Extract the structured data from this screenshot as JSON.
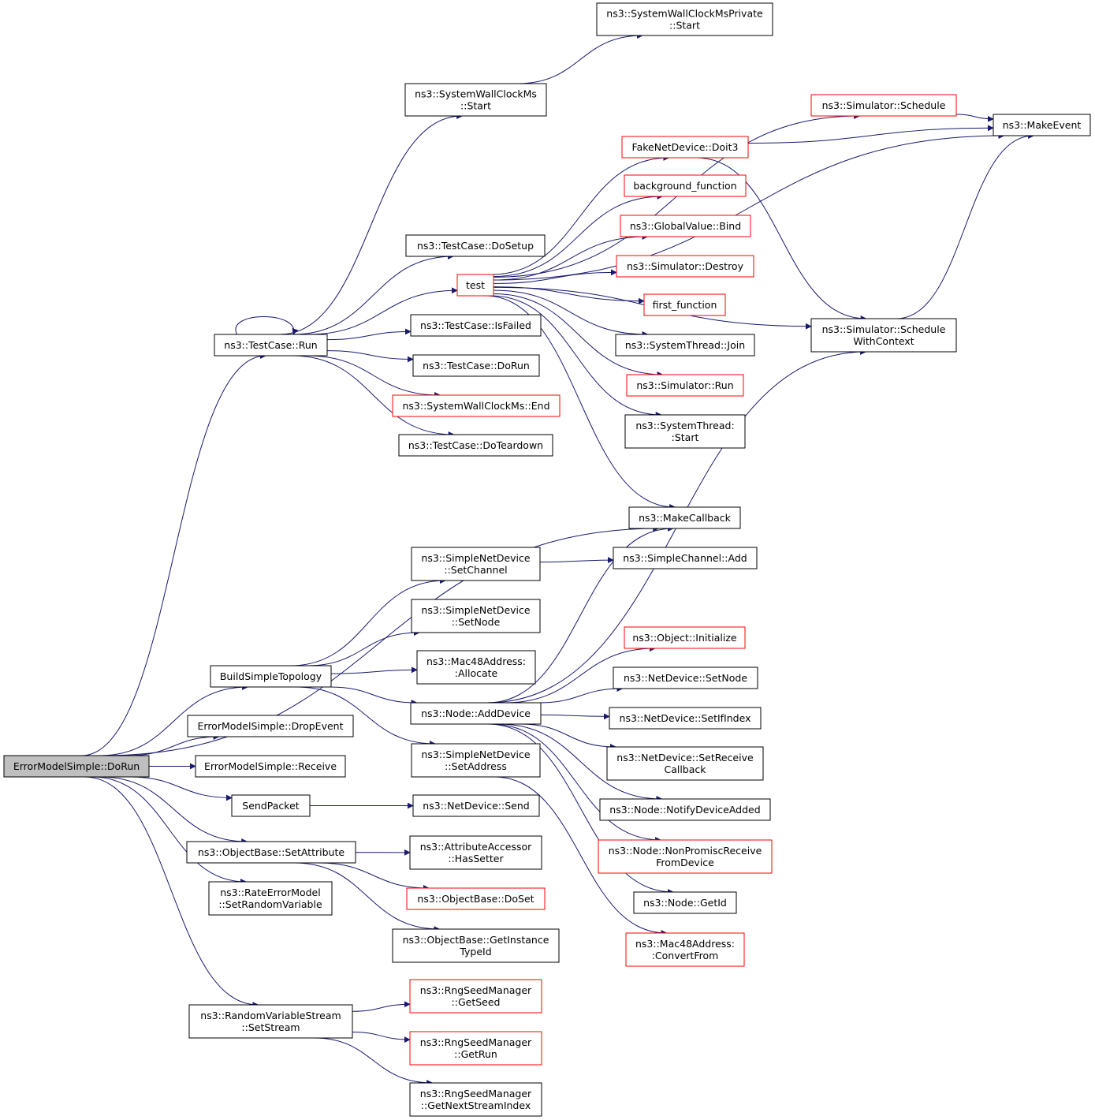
{
  "colors": {
    "edge": "#191970",
    "border_normal": "#000000",
    "border_truncated": "#ff0000",
    "fill_root": "#bfbfbf",
    "fill_node": "#ffffff"
  },
  "nodes": [
    {
      "id": "root",
      "lines": [
        "ErrorModelSimple::DoRun"
      ],
      "style": "root"
    },
    {
      "id": "TestCaseRun",
      "lines": [
        "ns3::TestCase::Run"
      ],
      "style": "normal"
    },
    {
      "id": "BuildSimpleTopology",
      "lines": [
        "BuildSimpleTopology"
      ],
      "style": "normal"
    },
    {
      "id": "DropEvent",
      "lines": [
        "ErrorModelSimple::DropEvent"
      ],
      "style": "normal"
    },
    {
      "id": "Receive",
      "lines": [
        "ErrorModelSimple::Receive"
      ],
      "style": "normal"
    },
    {
      "id": "SendPacket",
      "lines": [
        "SendPacket"
      ],
      "style": "normal"
    },
    {
      "id": "SetAttribute",
      "lines": [
        "ns3::ObjectBase::SetAttribute"
      ],
      "style": "normal"
    },
    {
      "id": "SetRandomVariable",
      "lines": [
        "ns3::RateErrorModel",
        "::SetRandomVariable"
      ],
      "style": "normal"
    },
    {
      "id": "SetStream",
      "lines": [
        "ns3::RandomVariableStream",
        "::SetStream"
      ],
      "style": "normal"
    },
    {
      "id": "SWCStart",
      "lines": [
        "ns3::SystemWallClockMs",
        "::Start"
      ],
      "style": "normal"
    },
    {
      "id": "SWCPrivStart",
      "lines": [
        "ns3::SystemWallClockMsPrivate",
        "::Start"
      ],
      "style": "normal"
    },
    {
      "id": "DoSetup",
      "lines": [
        "ns3::TestCase::DoSetup"
      ],
      "style": "normal"
    },
    {
      "id": "test",
      "lines": [
        "test"
      ],
      "style": "truncated"
    },
    {
      "id": "IsFailed",
      "lines": [
        "ns3::TestCase::IsFailed"
      ],
      "style": "normal"
    },
    {
      "id": "TCDoRun",
      "lines": [
        "ns3::TestCase::DoRun"
      ],
      "style": "normal"
    },
    {
      "id": "SWCEnd",
      "lines": [
        "ns3::SystemWallClockMs::End"
      ],
      "style": "truncated"
    },
    {
      "id": "DoTeardown",
      "lines": [
        "ns3::TestCase::DoTeardown"
      ],
      "style": "normal"
    },
    {
      "id": "SimSchedule",
      "lines": [
        "ns3::Simulator::Schedule"
      ],
      "style": "truncated"
    },
    {
      "id": "MakeEvent",
      "lines": [
        "ns3::MakeEvent"
      ],
      "style": "normal"
    },
    {
      "id": "Doit3",
      "lines": [
        "FakeNetDevice::Doit3"
      ],
      "style": "truncated"
    },
    {
      "id": "background",
      "lines": [
        "background_function"
      ],
      "style": "truncated"
    },
    {
      "id": "GVBind",
      "lines": [
        "ns3::GlobalValue::Bind"
      ],
      "style": "truncated"
    },
    {
      "id": "SimDestroy",
      "lines": [
        "ns3::Simulator::Destroy"
      ],
      "style": "truncated"
    },
    {
      "id": "first",
      "lines": [
        "first_function"
      ],
      "style": "truncated"
    },
    {
      "id": "STJoin",
      "lines": [
        "ns3::SystemThread::Join"
      ],
      "style": "normal"
    },
    {
      "id": "SimRun",
      "lines": [
        "ns3::Simulator::Run"
      ],
      "style": "truncated"
    },
    {
      "id": "STStart",
      "lines": [
        "ns3::SystemThread:",
        ":Start"
      ],
      "style": "normal"
    },
    {
      "id": "SchedCtx",
      "lines": [
        "ns3::Simulator::Schedule",
        "WithContext"
      ],
      "style": "normal"
    },
    {
      "id": "MakeCallback",
      "lines": [
        "ns3::MakeCallback"
      ],
      "style": "normal"
    },
    {
      "id": "SNDSetChannel",
      "lines": [
        "ns3::SimpleNetDevice",
        "::SetChannel"
      ],
      "style": "normal"
    },
    {
      "id": "SCAdd",
      "lines": [
        "ns3::SimpleChannel::Add"
      ],
      "style": "normal"
    },
    {
      "id": "SNDSetNode",
      "lines": [
        "ns3::SimpleNetDevice",
        "::SetNode"
      ],
      "style": "normal"
    },
    {
      "id": "Mac48Allocate",
      "lines": [
        "ns3::Mac48Address:",
        ":Allocate"
      ],
      "style": "normal"
    },
    {
      "id": "NodeAddDevice",
      "lines": [
        "ns3::Node::AddDevice"
      ],
      "style": "normal"
    },
    {
      "id": "SNDSetAddress",
      "lines": [
        "ns3::SimpleNetDevice",
        "::SetAddress"
      ],
      "style": "normal"
    },
    {
      "id": "ObjInit",
      "lines": [
        "ns3::Object::Initialize"
      ],
      "style": "truncated"
    },
    {
      "id": "NDSetNode",
      "lines": [
        "ns3::NetDevice::SetNode"
      ],
      "style": "normal"
    },
    {
      "id": "NDSetIfIndex",
      "lines": [
        "ns3::NetDevice::SetIfIndex"
      ],
      "style": "normal"
    },
    {
      "id": "NDSetRecvCb",
      "lines": [
        "ns3::NetDevice::SetReceive",
        "Callback"
      ],
      "style": "normal"
    },
    {
      "id": "NotifyAdded",
      "lines": [
        "ns3::Node::NotifyDeviceAdded"
      ],
      "style": "normal"
    },
    {
      "id": "NonPromisc",
      "lines": [
        "ns3::Node::NonPromiscReceive",
        "FromDevice"
      ],
      "style": "truncated"
    },
    {
      "id": "NodeGetId",
      "lines": [
        "ns3::Node::GetId"
      ],
      "style": "normal"
    },
    {
      "id": "Mac48ConvertFrom",
      "lines": [
        "ns3::Mac48Address:",
        ":ConvertFrom"
      ],
      "style": "truncated"
    },
    {
      "id": "NDSend",
      "lines": [
        "ns3::NetDevice::Send"
      ],
      "style": "normal"
    },
    {
      "id": "HasSetter",
      "lines": [
        "ns3::AttributeAccessor",
        "::HasSetter"
      ],
      "style": "normal"
    },
    {
      "id": "DoSet",
      "lines": [
        "ns3::ObjectBase::DoSet"
      ],
      "style": "truncated"
    },
    {
      "id": "GetInstanceTypeId",
      "lines": [
        "ns3::ObjectBase::GetInstance",
        "TypeId"
      ],
      "style": "normal"
    },
    {
      "id": "GetSeed",
      "lines": [
        "ns3::RngSeedManager",
        "::GetSeed"
      ],
      "style": "truncated"
    },
    {
      "id": "GetRun",
      "lines": [
        "ns3::RngSeedManager",
        "::GetRun"
      ],
      "style": "truncated"
    },
    {
      "id": "GetNextStreamIndex",
      "lines": [
        "ns3::RngSeedManager",
        "::GetNextStreamIndex"
      ],
      "style": "normal"
    }
  ],
  "edges": [
    [
      "root",
      "TestCaseRun"
    ],
    [
      "root",
      "MakeCallback"
    ],
    [
      "root",
      "BuildSimpleTopology"
    ],
    [
      "root",
      "DropEvent"
    ],
    [
      "root",
      "Receive"
    ],
    [
      "root",
      "SendPacket"
    ],
    [
      "root",
      "SetAttribute"
    ],
    [
      "root",
      "SetRandomVariable"
    ],
    [
      "root",
      "SetStream"
    ],
    [
      "TestCaseRun",
      "TestCaseRun"
    ],
    [
      "TestCaseRun",
      "SWCStart"
    ],
    [
      "TestCaseRun",
      "DoSetup"
    ],
    [
      "TestCaseRun",
      "test"
    ],
    [
      "TestCaseRun",
      "IsFailed"
    ],
    [
      "TestCaseRun",
      "TCDoRun"
    ],
    [
      "TestCaseRun",
      "SWCEnd"
    ],
    [
      "TestCaseRun",
      "DoTeardown"
    ],
    [
      "SWCStart",
      "SWCPrivStart"
    ],
    [
      "test",
      "MakeEvent"
    ],
    [
      "test",
      "SimSchedule"
    ],
    [
      "test",
      "Doit3"
    ],
    [
      "test",
      "background"
    ],
    [
      "test",
      "GVBind"
    ],
    [
      "test",
      "SimDestroy"
    ],
    [
      "test",
      "first"
    ],
    [
      "test",
      "STJoin"
    ],
    [
      "test",
      "SimRun"
    ],
    [
      "test",
      "STStart"
    ],
    [
      "test",
      "SchedCtx"
    ],
    [
      "test",
      "MakeCallback"
    ],
    [
      "SimSchedule",
      "MakeEvent"
    ],
    [
      "Doit3",
      "MakeEvent"
    ],
    [
      "Doit3",
      "SchedCtx"
    ],
    [
      "SchedCtx",
      "MakeEvent"
    ],
    [
      "BuildSimpleTopology",
      "SNDSetChannel"
    ],
    [
      "BuildSimpleTopology",
      "SNDSetNode"
    ],
    [
      "BuildSimpleTopology",
      "Mac48Allocate"
    ],
    [
      "BuildSimpleTopology",
      "NodeAddDevice"
    ],
    [
      "BuildSimpleTopology",
      "SNDSetAddress"
    ],
    [
      "SNDSetChannel",
      "SCAdd"
    ],
    [
      "NodeAddDevice",
      "MakeCallback"
    ],
    [
      "NodeAddDevice",
      "SchedCtx"
    ],
    [
      "NodeAddDevice",
      "ObjInit"
    ],
    [
      "NodeAddDevice",
      "NDSetNode"
    ],
    [
      "NodeAddDevice",
      "NDSetIfIndex"
    ],
    [
      "NodeAddDevice",
      "NDSetRecvCb"
    ],
    [
      "NodeAddDevice",
      "NotifyAdded"
    ],
    [
      "NodeAddDevice",
      "NonPromisc"
    ],
    [
      "NodeAddDevice",
      "NodeGetId"
    ],
    [
      "SNDSetAddress",
      "Mac48ConvertFrom"
    ],
    [
      "SendPacket",
      "NDSend"
    ],
    [
      "SetAttribute",
      "HasSetter"
    ],
    [
      "SetAttribute",
      "DoSet"
    ],
    [
      "SetAttribute",
      "GetInstanceTypeId"
    ],
    [
      "SetStream",
      "GetSeed"
    ],
    [
      "SetStream",
      "GetRun"
    ],
    [
      "SetStream",
      "GetNextStreamIndex"
    ]
  ]
}
